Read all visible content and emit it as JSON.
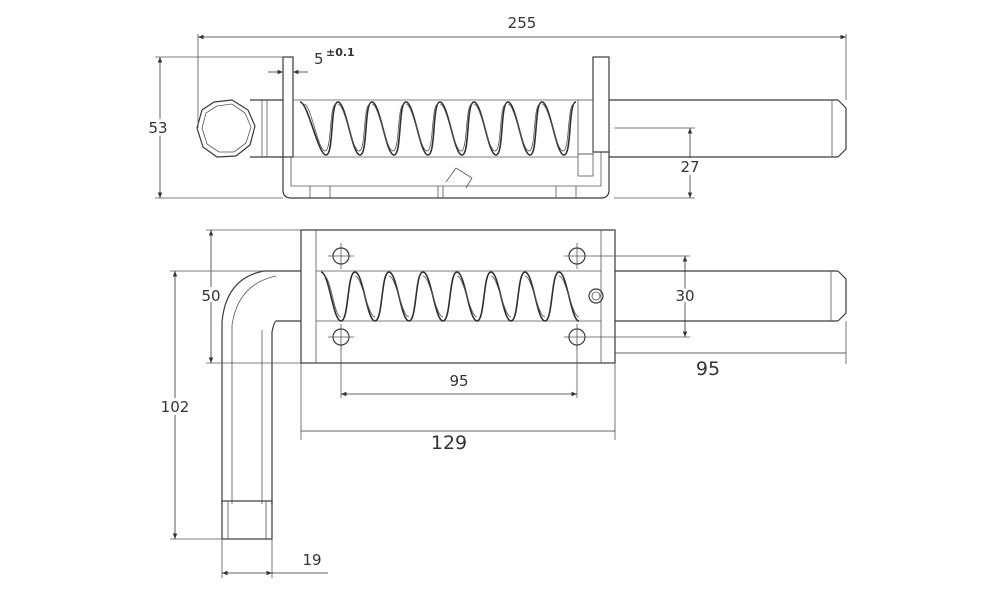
{
  "dimensions": {
    "overall_length": "255",
    "plate_thickness": "5",
    "plate_tolerance": "±0.1",
    "total_height": "53",
    "pin_center_height": "27",
    "plate_height": "50",
    "handle_height": "102",
    "hole_spacing_vertical": "30",
    "hole_spacing_horizontal": "95",
    "plate_length": "129",
    "pin_extension": "95",
    "handle_diameter": "19"
  },
  "colors": {
    "line": "#3a3a3a",
    "text": "#333333",
    "background": "#ffffff"
  }
}
